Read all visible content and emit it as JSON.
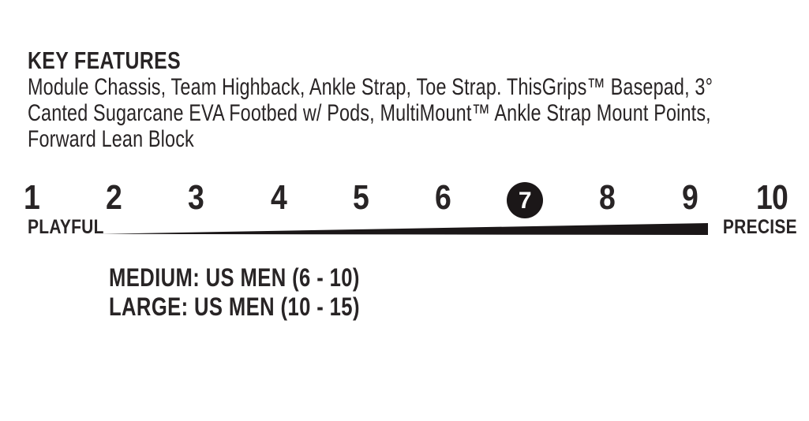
{
  "page": {
    "colors": {
      "background": "#ffffff",
      "text": "#282425"
    }
  },
  "key_features": {
    "title": "KEY FEATURES",
    "description_lines": [
      "Module Chassis, Team Highback, Ankle Strap, Toe Strap. ThisGrips™ Basepad, 3°",
      "Canted Sugarcane EVA Footbed w/ Pods, MultiMount™ Ankle Strap Mount Points,",
      "Forward Lean Block"
    ]
  },
  "flex_scale": {
    "numbers": [
      "1",
      "2",
      "3",
      "4",
      "5",
      "6",
      "7",
      "8",
      "9",
      "10"
    ],
    "selected": "7",
    "left_label": "PLAYFUL",
    "right_label": "PRECISE",
    "bar_color": "#1b1718",
    "selected_fill": "#1b1718",
    "selected_text": "#ffffff"
  },
  "sizing": {
    "lines": [
      "MEDIUM: US MEN (6 - 10)",
      "LARGE: US MEN (10 - 15)"
    ]
  }
}
